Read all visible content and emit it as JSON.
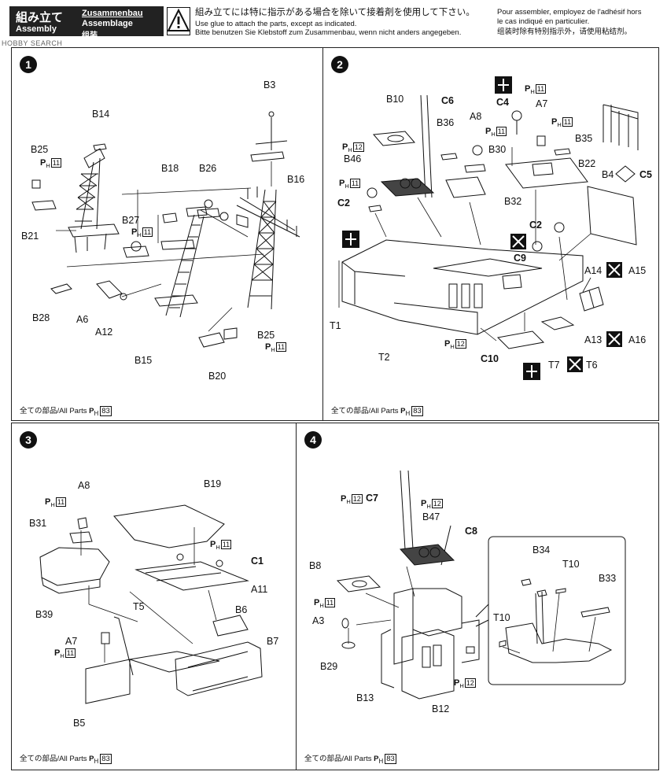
{
  "header": {
    "title_jp": "組み立て",
    "title_en": "Assembly",
    "title_de": "Zusammenbau",
    "title_fr": "Assemblage",
    "title_cn": "组装",
    "note_jp": "組み立てには特に指示がある場合を除いて接着剤を使用して下さい。",
    "note_en": "Use glue to attach the parts, except as indicated.",
    "note_de": "Bitte benutzen Sie Klebstoff zum Zusammenbau, wenn nicht anders angegeben.",
    "note_fr1": "Pour assembler, employez de l'adhésif hors",
    "note_fr2": "le cas indiqué en particulier.",
    "note_cn": "组装时除有特别指示外，请使用粘结剂。"
  },
  "watermark": "HOBBY SEARCH",
  "ph_prefix": "P",
  "ph_sub": "H",
  "all_parts_label": "全ての部品/All Parts",
  "all_parts_page": "83",
  "steps": [
    {
      "number": "1",
      "labels": [
        "B3",
        "B14",
        "B25",
        "B18",
        "B26",
        "B16",
        "B21",
        "B27",
        "B28",
        "A6",
        "A12",
        "B15",
        "B25",
        "B20"
      ],
      "ph_refs": [
        "11",
        "11",
        "11"
      ]
    },
    {
      "number": "2",
      "labels": [
        "B10",
        "C6",
        "C4",
        "A7",
        "B36",
        "A8",
        "B30",
        "B35",
        "B46",
        "B22",
        "B4",
        "C5",
        "C2",
        "B32",
        "C2",
        "C9",
        "A14",
        "A15",
        "T1",
        "A13",
        "A16",
        "T2",
        "C10",
        "T7",
        "T6"
      ],
      "ph_refs": [
        "11",
        "11",
        "11",
        "12",
        "11",
        "12"
      ]
    },
    {
      "number": "3",
      "labels": [
        "A8",
        "B19",
        "B31",
        "C1",
        "A11",
        "T5",
        "B39",
        "B6",
        "A7",
        "B7",
        "B5"
      ],
      "ph_refs": [
        "11",
        "11",
        "11"
      ]
    },
    {
      "number": "4",
      "labels": [
        "C7",
        "B47",
        "C8",
        "B34",
        "T10",
        "B8",
        "B33",
        "T10",
        "A3",
        "B29",
        "B13",
        "B12"
      ],
      "ph_refs": [
        "12",
        "12",
        "11",
        "12"
      ]
    }
  ]
}
